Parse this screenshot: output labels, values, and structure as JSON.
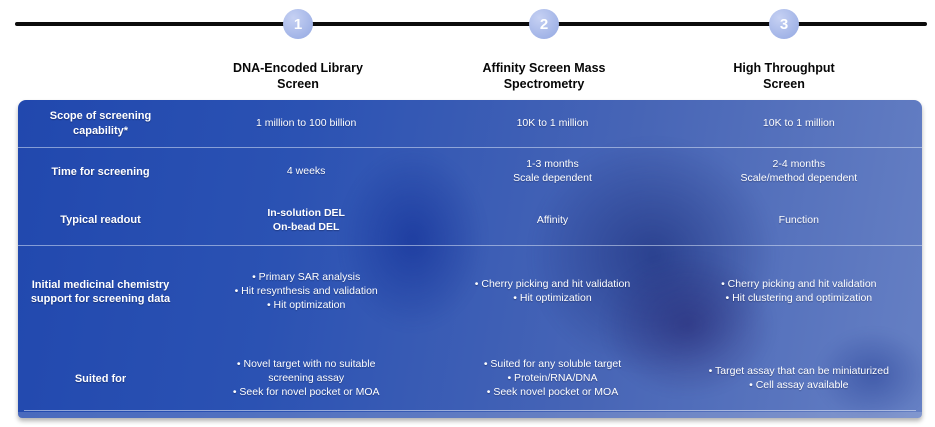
{
  "header": {
    "steps": [
      {
        "number": "1",
        "title_line1": "DNA-Encoded Library",
        "title_line2": "Screen"
      },
      {
        "number": "2",
        "title_line1": "Affinity Screen Mass",
        "title_line2": "Spectrometry"
      },
      {
        "number": "3",
        "title_line1": "High Throughput",
        "title_line2": "Screen"
      }
    ]
  },
  "table": {
    "rows": [
      {
        "label": "Scope of screening capability*",
        "cells": [
          [
            "1 million to 100 billion"
          ],
          [
            "10K to 1 million"
          ],
          [
            "10K to 1 million"
          ]
        ]
      },
      {
        "label": "Time for screening",
        "cells": [
          [
            "4 weeks"
          ],
          [
            "1-3 months",
            "Scale dependent"
          ],
          [
            "2-4 months",
            "Scale/method dependent"
          ]
        ]
      },
      {
        "label": "Typical readout",
        "cells": [
          [
            "In-solution DEL",
            "On-bead DEL"
          ],
          [
            "Affinity"
          ],
          [
            "Function"
          ]
        ]
      },
      {
        "label": "Initial medicinal chemistry support for screening data",
        "cells": [
          [
            "• Primary SAR analysis",
            "• Hit resynthesis and validation",
            "• Hit optimization"
          ],
          [
            "• Cherry picking and hit validation",
            "• Hit optimization"
          ],
          [
            "• Cherry picking and hit validation",
            "• Hit clustering and optimization"
          ]
        ]
      },
      {
        "label": "Suited for",
        "cells": [
          [
            "• Novel target with no suitable",
            "screening assay",
            "• Seek for novel pocket or MOA"
          ],
          [
            "• Suited for any soluble target",
            "• Protein/RNA/DNA",
            "• Seek novel pocket or MOA"
          ],
          [
            "• Target assay that can be miniaturized",
            "• Cell assay available"
          ]
        ]
      }
    ]
  },
  "colors": {
    "timeline_line": "#0c0c0c",
    "step_circle": "#a2b4e7",
    "step_number": "#ffffff",
    "table_gradient_left": "#2148ae",
    "table_gradient_right": "#6680c4",
    "row_separator": "#d7e1f5",
    "table_text": "#ffffff",
    "header_text": "#070707"
  }
}
